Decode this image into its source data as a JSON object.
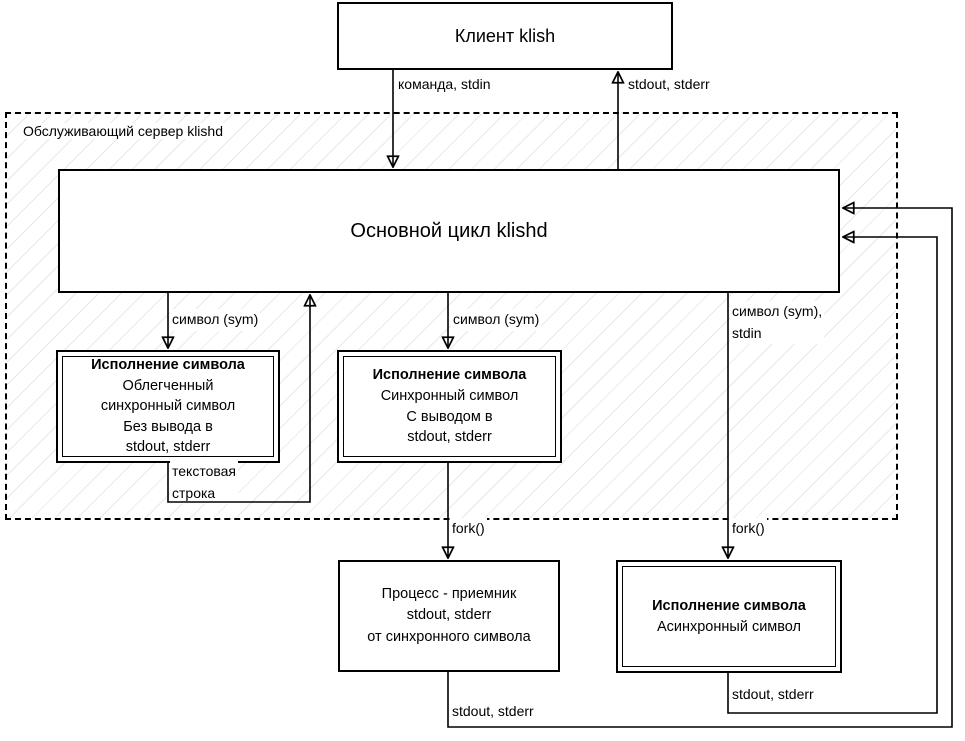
{
  "colors": {
    "stroke": "#000000",
    "background": "#ffffff",
    "hatch": "#e8e8e8"
  },
  "client": {
    "title": "Клиент klish"
  },
  "server_region": {
    "title": "Обслуживающий сервер klishd"
  },
  "main_loop": {
    "title": "Основной цикл klishd"
  },
  "boxes": {
    "light_sync": {
      "heading": "Исполнение символа",
      "lines": [
        "Облегченный",
        "синхронный символ",
        "Без вывода в",
        "stdout, stderr"
      ]
    },
    "sync": {
      "heading": "Исполнение символа",
      "lines": [
        "Синхронный символ",
        "С выводом в",
        "stdout, stderr"
      ]
    },
    "receiver": {
      "lines": [
        "Процесс - приемник",
        "stdout, stderr",
        "от синхронного символа"
      ]
    },
    "async": {
      "heading": "Исполнение символа",
      "lines": [
        "Асинхронный символ"
      ]
    }
  },
  "edge_labels": {
    "command_stdin": "команда, stdin",
    "stdout_stderr_top": "stdout, stderr",
    "sym_left": "символ (sym)",
    "sym_middle": "символ (sym)",
    "sym_stdin_right": "символ (sym),\nstdin",
    "text_string": "текстовая\nстрока",
    "fork_middle": "fork()",
    "fork_right": "fork()",
    "stdout_stderr_async": "stdout, stderr",
    "stdout_stderr_receiver": "stdout, stderr"
  }
}
